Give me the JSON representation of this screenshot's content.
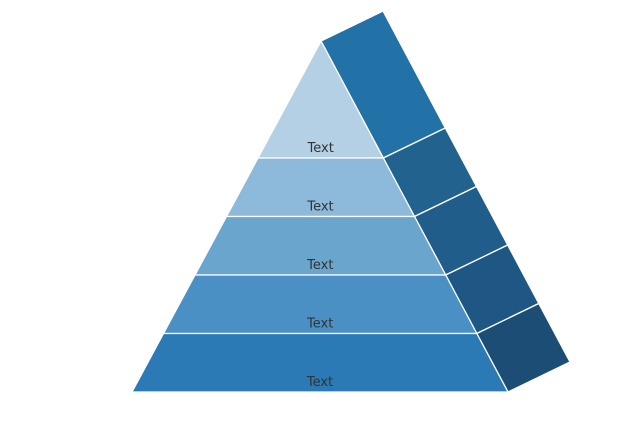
{
  "diagram": {
    "type": "pyramid-3d",
    "background_color": "#ffffff",
    "border_color": "#ffffff",
    "label_color": "#333333",
    "levels": [
      {
        "label": "Text",
        "front_color": "#b3d0e5",
        "side_color": "#2272a7"
      },
      {
        "label": "Text",
        "front_color": "#8db9da",
        "side_color": "#22628f"
      },
      {
        "label": "Text",
        "front_color": "#6aa5ce",
        "side_color": "#205d8b"
      },
      {
        "label": "Text",
        "front_color": "#4a90c4",
        "side_color": "#1e5783"
      },
      {
        "label": "Text",
        "front_color": "#2b7ab6",
        "side_color": "#1c4e75"
      }
    ]
  }
}
